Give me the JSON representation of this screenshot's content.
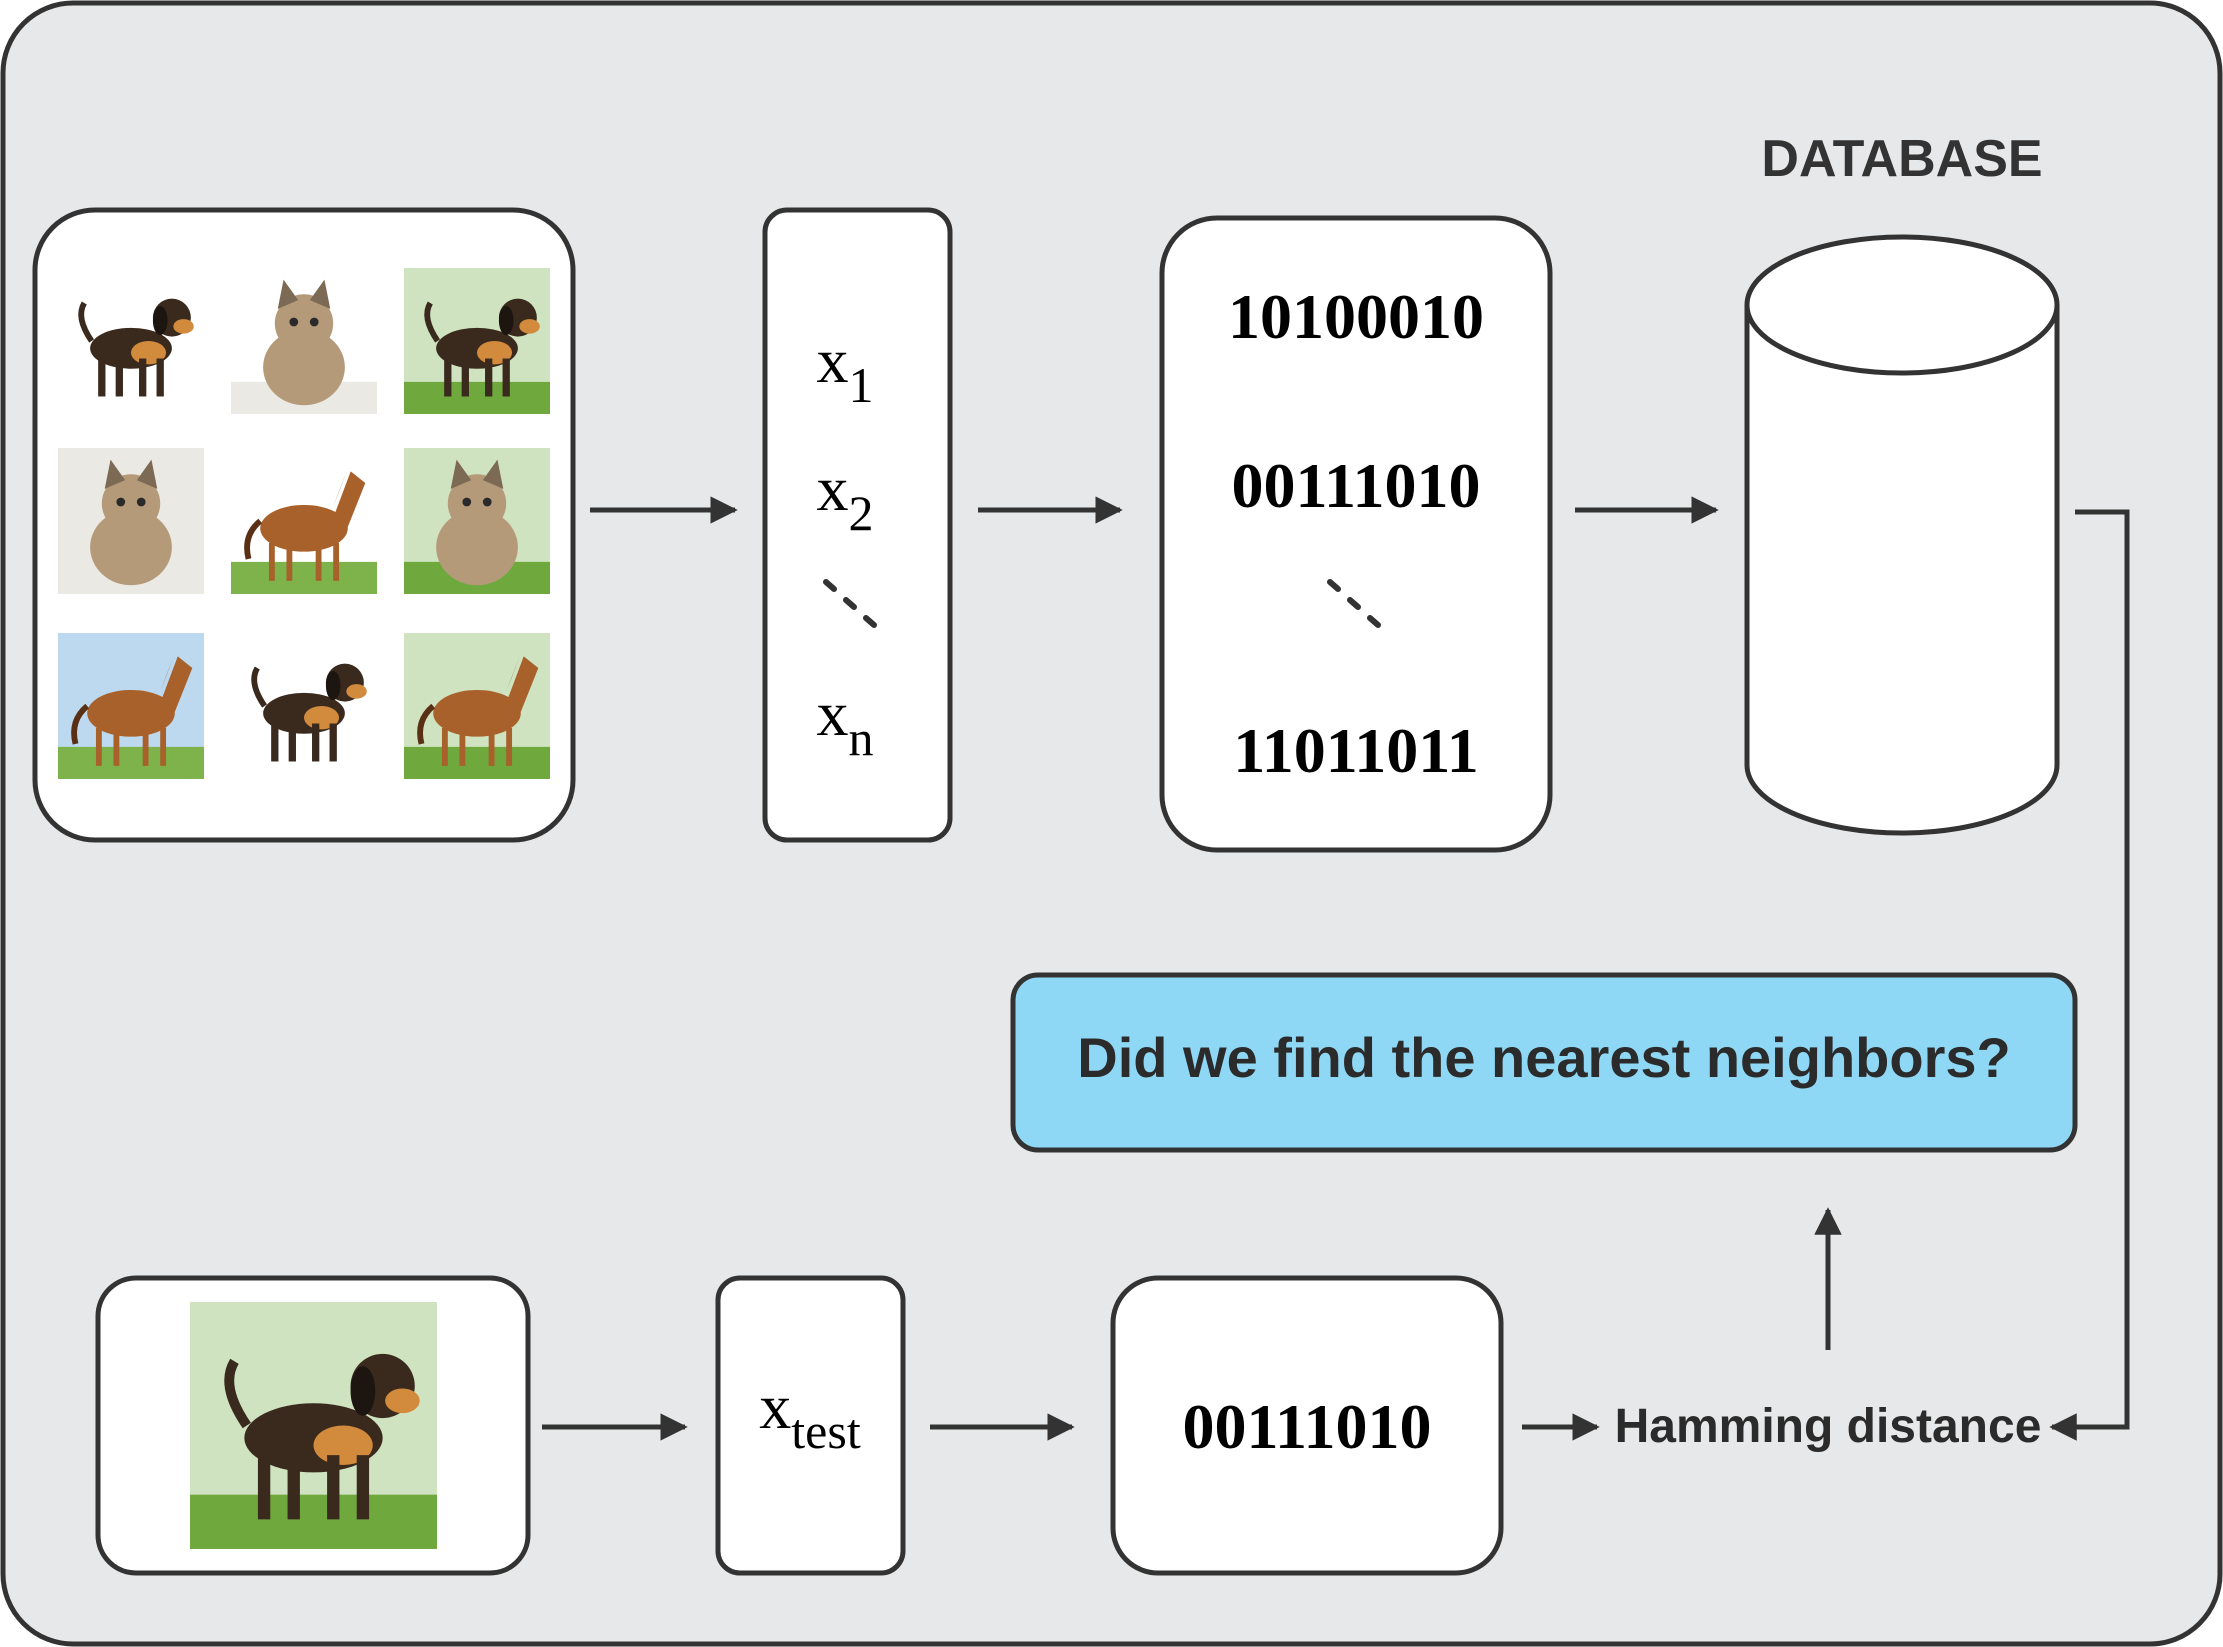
{
  "database_label": "DATABASE",
  "features": {
    "items": [
      {
        "base": "x",
        "sub": "1"
      },
      {
        "base": "x",
        "sub": "2"
      },
      {
        "base": "x",
        "sub": "n"
      }
    ]
  },
  "codes": [
    "10100010",
    "00111010",
    "11011011"
  ],
  "question": "Did we find the nearest neighbors?",
  "test": {
    "feature": {
      "base": "x",
      "sub": "test"
    },
    "code": "00111010"
  },
  "distance_label": "Hamming distance",
  "photo_grid": [
    {
      "animal": "dog",
      "icon": "dog-photo-icon"
    },
    {
      "animal": "cat",
      "icon": "cat-photo-icon"
    },
    {
      "animal": "dog",
      "icon": "puppies-photo-icon"
    },
    {
      "animal": "cat",
      "icon": "kitten-photo-icon"
    },
    {
      "animal": "horse",
      "icon": "horse-photo-icon"
    },
    {
      "animal": "cat",
      "icon": "cat-photo-icon"
    },
    {
      "animal": "horse",
      "icon": "pony-photo-icon"
    },
    {
      "animal": "dog",
      "icon": "beagle-photo-icon"
    },
    {
      "animal": "horse",
      "icon": "foal-photo-icon"
    }
  ],
  "test_photo": {
    "animal": "dog",
    "icon": "test-dog-photo-icon"
  },
  "colors": {
    "panel_bg": "#e7e8e9",
    "stroke": "#333333",
    "question_bg": "#8fd8f5",
    "box_bg": "#ffffff"
  }
}
